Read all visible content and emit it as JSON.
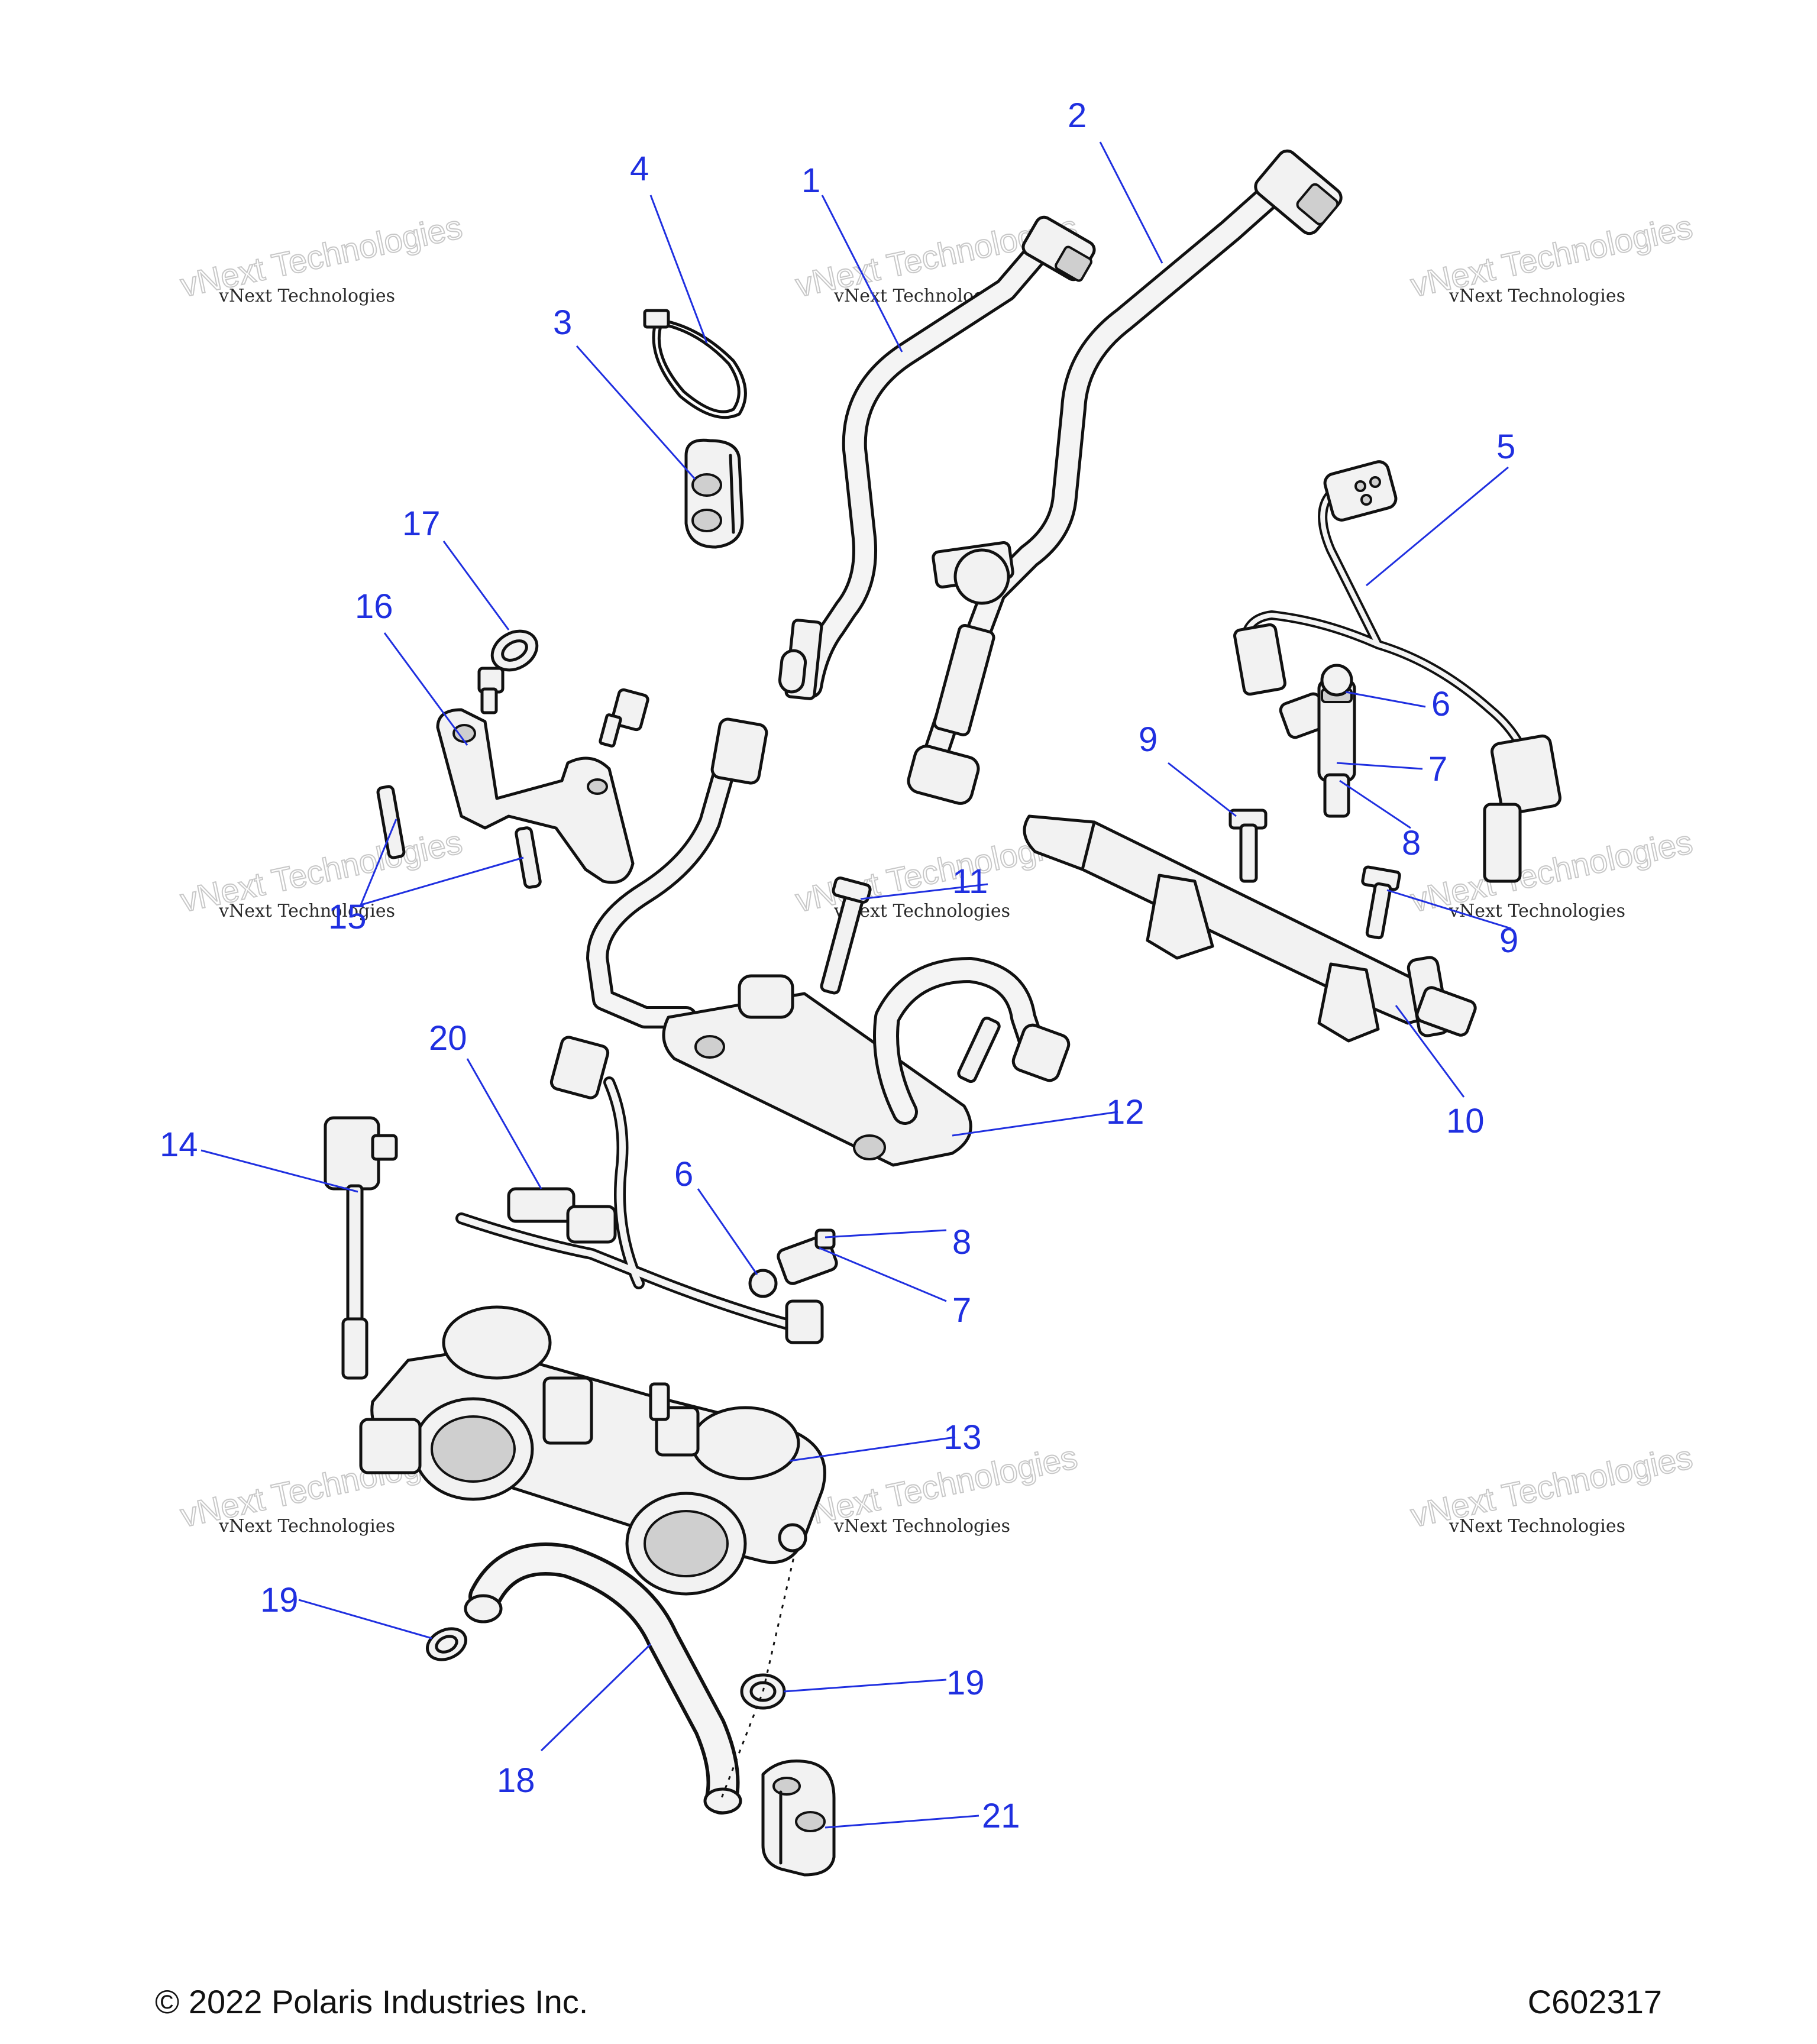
{
  "diagram": {
    "callouts": {
      "c1": "1",
      "c2": "2",
      "c3": "3",
      "c4": "4",
      "c5": "5",
      "c6a": "6",
      "c6b": "6",
      "c7a": "7",
      "c7b": "7",
      "c8a": "8",
      "c8b": "8",
      "c9a": "9",
      "c9b": "9",
      "c10": "10",
      "c11": "11",
      "c12": "12",
      "c13": "13",
      "c14": "14",
      "c15": "15",
      "c16": "16",
      "c17": "17",
      "c18": "18",
      "c19a": "19",
      "c19b": "19",
      "c20": "20",
      "c21": "21"
    },
    "callout_color": "#1f2fe0",
    "line_color": "#111111"
  },
  "watermark": {
    "small_text": "vNext Technologies",
    "large_text": "vNext Technologies"
  },
  "footer": {
    "copyright": "© 2022 Polaris Industries Inc.",
    "drawing_id": "C602317"
  }
}
